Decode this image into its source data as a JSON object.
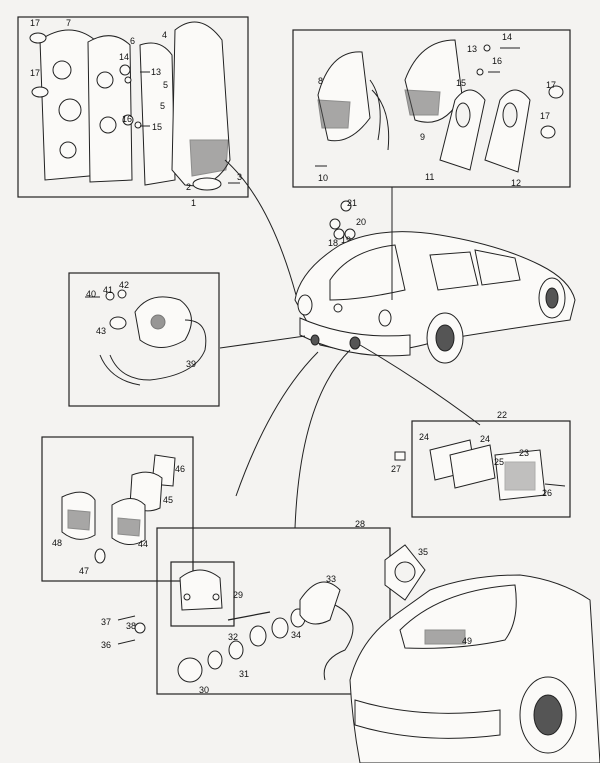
{
  "labels": {
    "p1": "1",
    "p2": "2",
    "p3": "3",
    "p4": "4",
    "p5": "5",
    "p6": "6",
    "p7": "7",
    "p8": "8",
    "p9": "9",
    "p10": "10",
    "p11": "11",
    "p12": "12",
    "p13": "13",
    "p14": "14",
    "p15": "15",
    "p16": "16",
    "p17": "17",
    "p18": "18",
    "p19": "19",
    "p20": "20",
    "p21": "21",
    "p22": "22",
    "p23": "23",
    "p24": "24",
    "p25": "25",
    "p26": "26",
    "p27": "27",
    "p28": "28",
    "p29": "29",
    "p30": "30",
    "p31": "31",
    "p32": "32",
    "p33": "33",
    "p34": "34",
    "p35": "35",
    "p36": "36",
    "p37": "37",
    "p38": "38",
    "p39": "39",
    "p40": "40",
    "p41": "41",
    "p42": "42",
    "p43": "43",
    "p44": "44",
    "p45": "45",
    "p46": "46",
    "p47": "47",
    "p48": "48",
    "p49": "49"
  }
}
